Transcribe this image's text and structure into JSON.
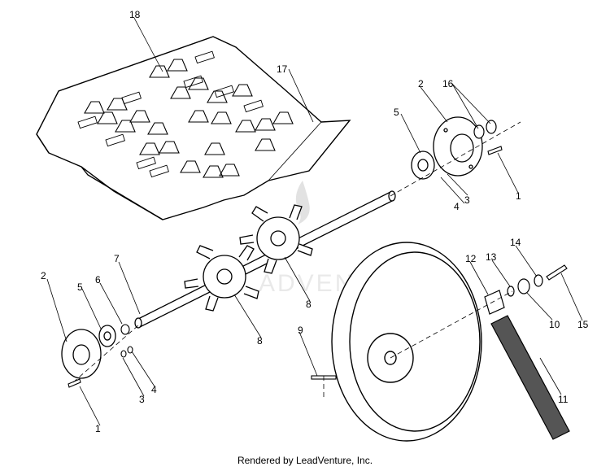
{
  "watermark": "ADVENTURE",
  "footer": "Rendered by LeadVenture, Inc.",
  "callouts": [
    "18",
    "17",
    "2",
    "16",
    "5",
    "1",
    "4",
    "3",
    "7",
    "2",
    "6",
    "5",
    "8",
    "8",
    "3",
    "4",
    "1",
    "9",
    "12",
    "13",
    "14",
    "10",
    "15",
    "11"
  ]
}
